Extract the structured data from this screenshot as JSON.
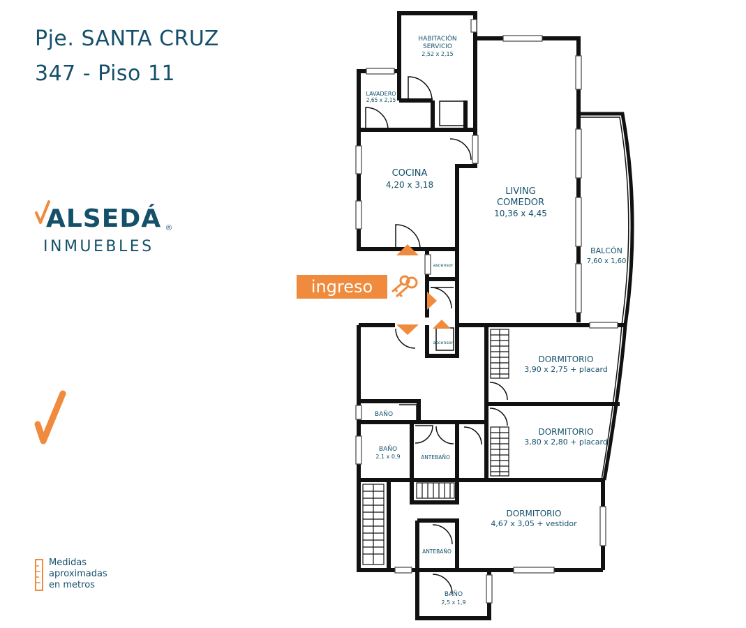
{
  "address": {
    "line1": "Pje. SANTA CRUZ",
    "line2": "347  -  Piso 11"
  },
  "logo": {
    "brand": "ALSEDÁ",
    "registered": "®",
    "subtitle": "INMUEBLES",
    "accent_color": "#f08a3c",
    "brand_color": "#14506a"
  },
  "measurements_note": [
    "Medidas",
    "aproximadas",
    "en metros"
  ],
  "entrance_label": "ingreso",
  "icons": [
    "keys-icon",
    "checkmark-icon",
    "ruler-icon"
  ],
  "rooms": {
    "habitacion_servicio": {
      "name": "HABITACIÓN",
      "name2": "SERVICIO",
      "dims": "2,52 x 2,15"
    },
    "lavadero": {
      "name": "LAVADERO",
      "dims": "2,65 x 2,15"
    },
    "cocina": {
      "name": "COCINA",
      "dims": "4,20 x 3,18"
    },
    "living": {
      "name": "LIVING",
      "name2": "COMEDOR",
      "dims": "10,36 x 4,45"
    },
    "balcon": {
      "name": "BALCÓN",
      "dims": "7,60 x 1,60"
    },
    "ascensor_1": {
      "name": "ascensor"
    },
    "ascensor_2": {
      "name": "ascensor"
    },
    "dormitorio_1": {
      "name": "DORMITORIO",
      "dims": "3,90 x 2,75 + placard"
    },
    "dormitorio_2": {
      "name": "DORMITORIO",
      "dims": "3,80 x 2,80 + placard"
    },
    "dormitorio_3": {
      "name": "DORMITORIO",
      "dims": "4,67 x 3,05 + vestidor"
    },
    "bano_1": {
      "name": "BAÑO"
    },
    "bano_2": {
      "name": "BAÑO",
      "dims": "2,1 x 0,9"
    },
    "antebano_1": {
      "name": "ANTEBAÑO"
    },
    "antebano_2": {
      "name": "ANTEBAÑO"
    },
    "bano_3": {
      "name": "BAÑO",
      "dims": "2,5 x 1,9"
    }
  }
}
